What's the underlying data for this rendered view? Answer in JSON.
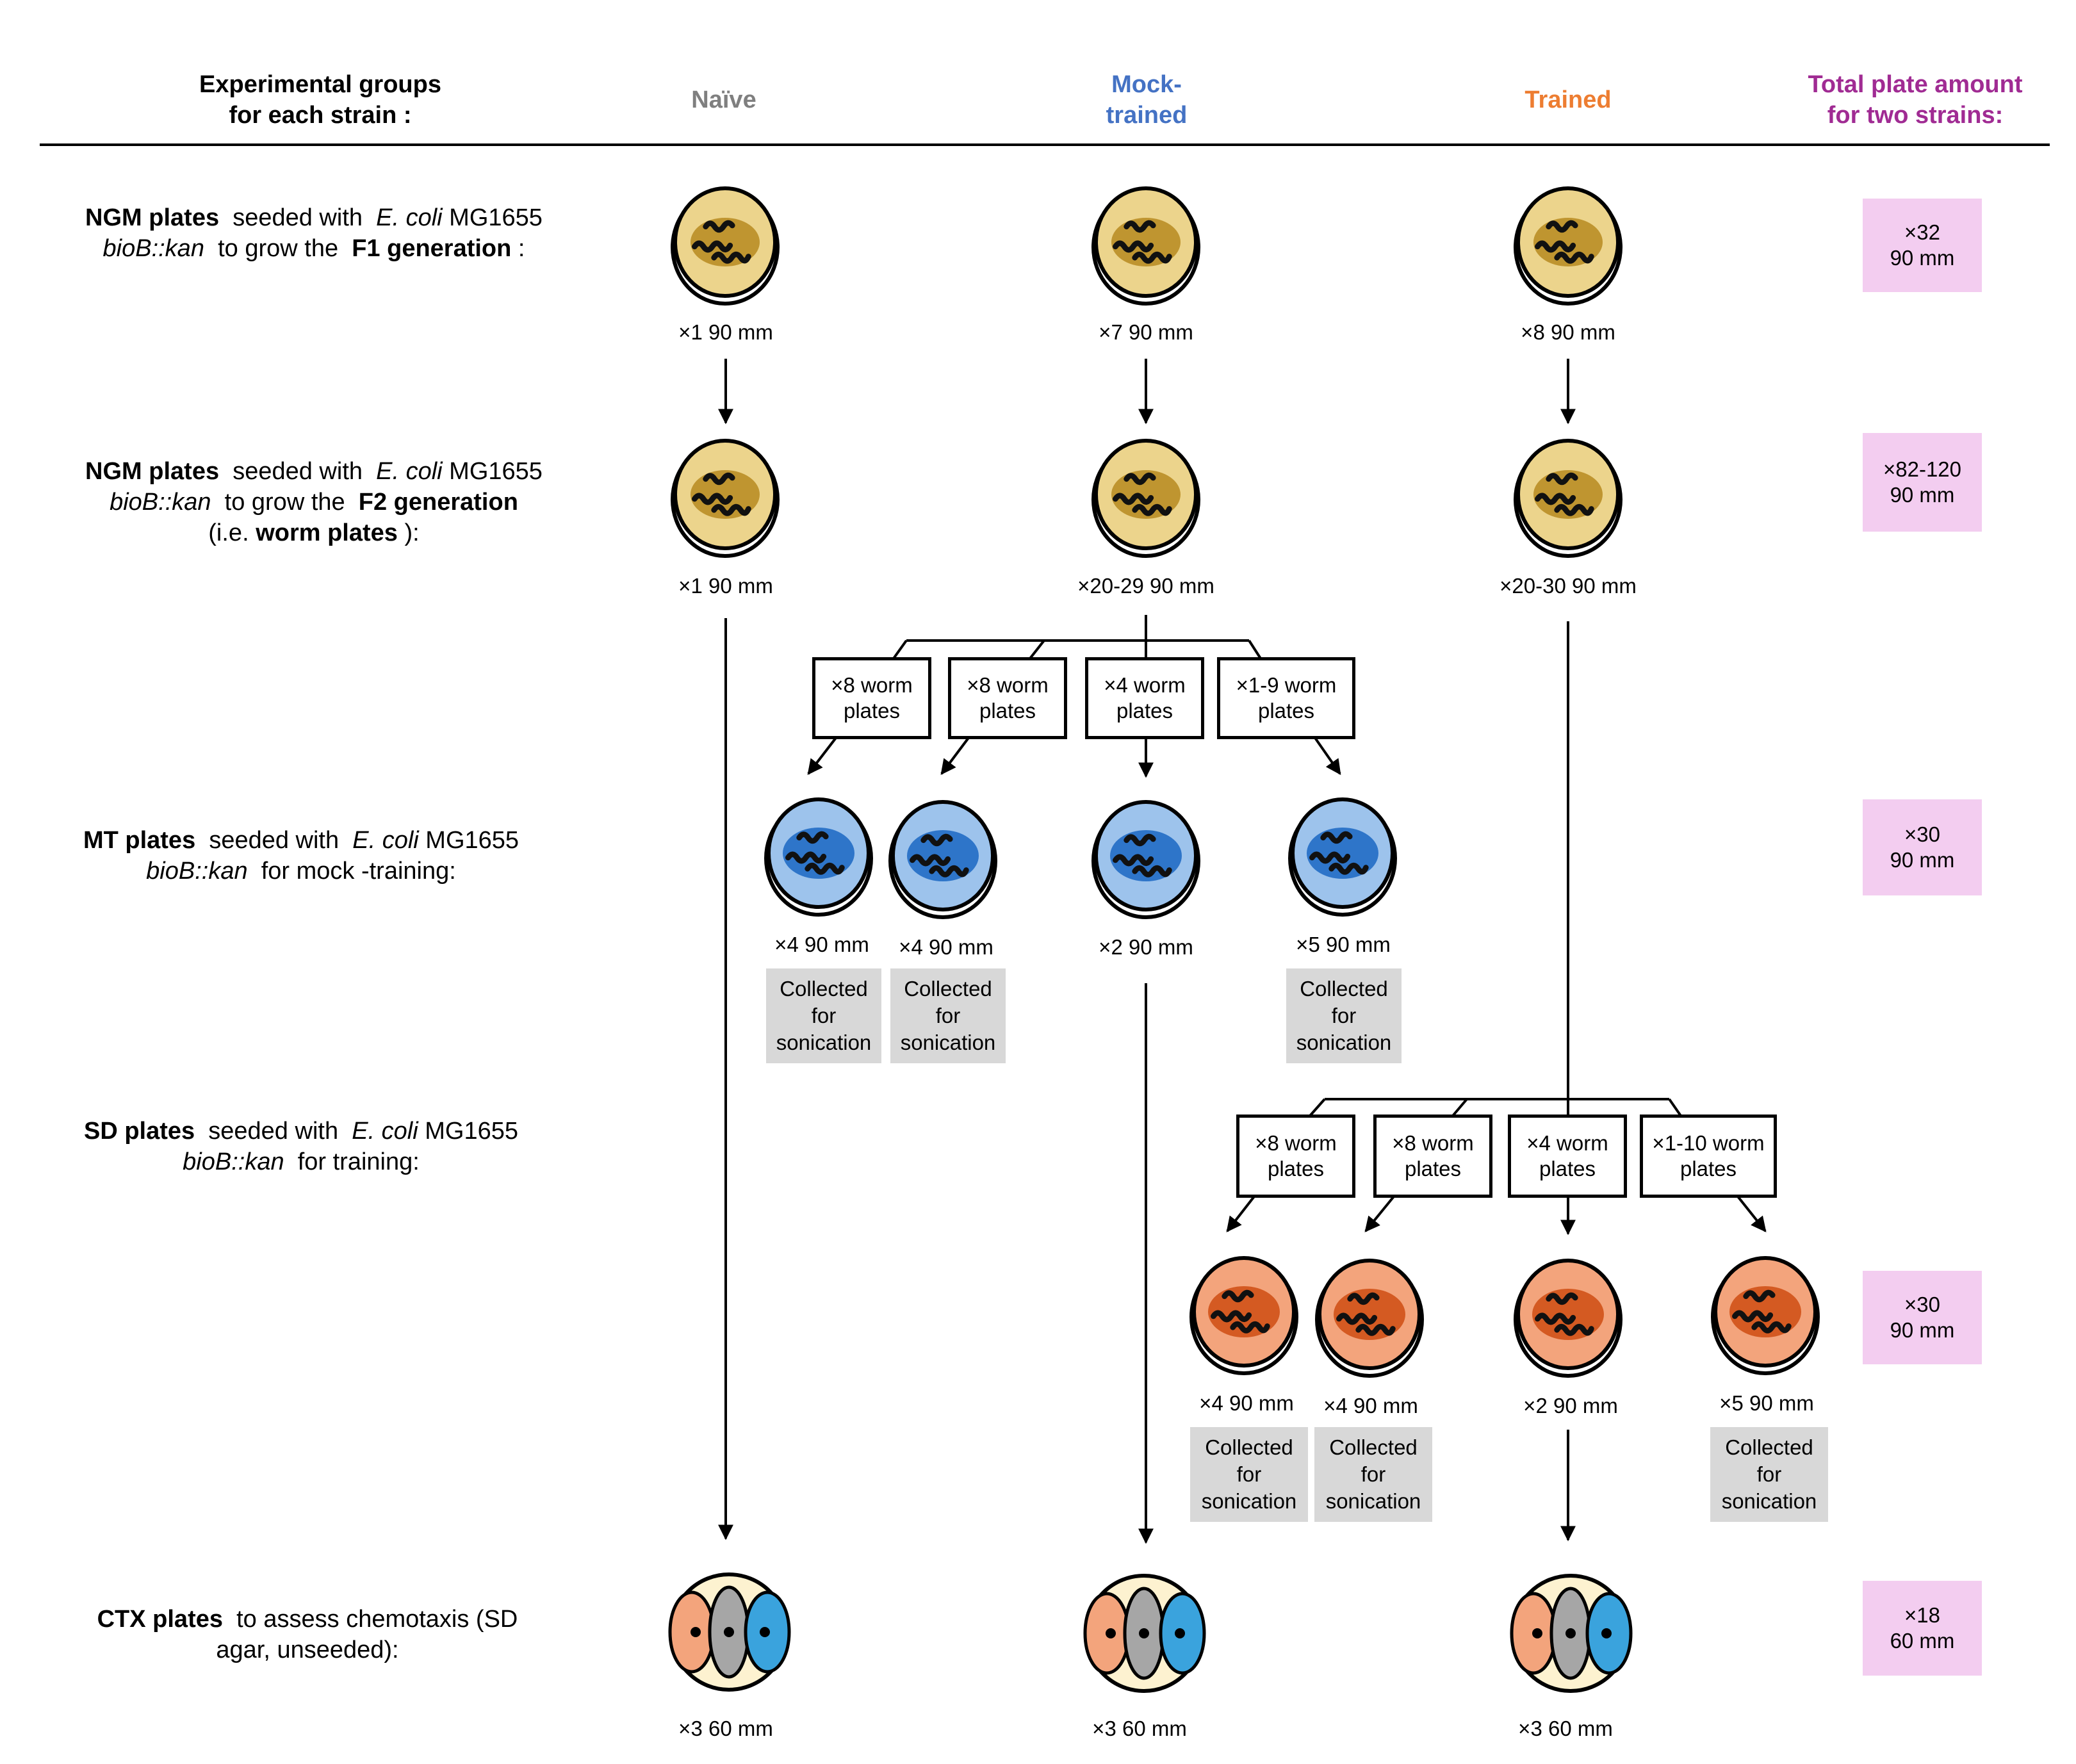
{
  "header": {
    "groups_line1": "Experimental  groups",
    "groups_line2": "for each strain :",
    "naive": "Naïve",
    "mock_line1": "Mock-",
    "mock_line2": "trained",
    "trained": "Trained",
    "total_line1": "Total plate amount",
    "total_line2": "for two strains:"
  },
  "colors": {
    "naive": "#7f7f7f",
    "mock": "#4472c4",
    "trained": "#ed7d31",
    "total": "#a02b93",
    "total_box": "#f3cdf0",
    "collected_box": "#d8d8d8",
    "ngm_outer": "#ecd48c",
    "ngm_inner": "#bf9530",
    "mt_outer": "#9dc3ec",
    "mt_inner": "#2e75c9",
    "sd_outer": "#f3a47c",
    "sd_inner": "#d45a22",
    "ctx_outer": "#fdf2d0"
  },
  "rows": {
    "f1": {
      "bold": "NGM plates",
      "t1": "  seeded with  ",
      "ital": "E. coli",
      "t2": " MG1655",
      "ital2": "bioB::kan",
      "t3": "  to grow the  ",
      "bold2": "F1 generation",
      "t4": " :"
    },
    "f2": {
      "bold": "NGM plates",
      "t1": "  seeded with  ",
      "ital": "E. coli",
      "t2": " MG1655",
      "ital2": "bioB::kan",
      "t3": "  to grow the  ",
      "bold2": "F2 generation",
      "t4": "(i.e. ",
      "bold3": "worm plates",
      "t5": " ):"
    },
    "mt": {
      "bold": "MT plates",
      "t1": "  seeded with  ",
      "ital": "E. coli",
      "t2": " MG1655",
      "ital2": "bioB::kan",
      "t3": "  for mock -training:"
    },
    "sd": {
      "bold": "SD plates",
      "t1": "  seeded with  ",
      "ital": "E. coli",
      "t2": " MG1655",
      "ital2": "bioB::kan",
      "t3": "  for training:"
    },
    "ctx": {
      "bold": "CTX plates",
      "t1": "  to assess chemotaxis (SD",
      "t2": "agar, unseeded):"
    }
  },
  "captions": {
    "f1_naive": "×1 90 mm",
    "f1_mock": "×7 90 mm",
    "f1_trained": "×8 90 mm",
    "f2_naive": "×1 90 mm",
    "f2_mock": "×20-29 90 mm",
    "f2_trained": "×20-30 90 mm",
    "mt_1": "×4 90 mm",
    "mt_2": "×4 90 mm",
    "mt_3": "×2 90 mm",
    "mt_4": "×5 90 mm",
    "sd_1": "×4 90 mm",
    "sd_2": "×4 90 mm",
    "sd_3": "×2 90 mm",
    "sd_4": "×5 90 mm",
    "ctx_naive": "×3 60 mm",
    "ctx_mock": "×3 60 mm",
    "ctx_trained": "×3 60 mm"
  },
  "split_mock": [
    {
      "line1": "×8 worm",
      "line2": "plates"
    },
    {
      "line1": "×8 worm",
      "line2": "plates"
    },
    {
      "line1": "×4 worm",
      "line2": "plates"
    },
    {
      "line1": "×1-9 worm",
      "line2": "plates"
    }
  ],
  "split_trained": [
    {
      "line1": "×8 worm",
      "line2": "plates"
    },
    {
      "line1": "×8 worm",
      "line2": "plates"
    },
    {
      "line1": "×4 worm",
      "line2": "plates"
    },
    {
      "line1": "×1-10 worm",
      "line2": "plates"
    }
  ],
  "collected": {
    "line1": "Collected",
    "line2": "for",
    "line3": "sonication"
  },
  "totals": [
    {
      "line1": "×32",
      "line2": "90 mm"
    },
    {
      "line1": "×82-120",
      "line2": "90 mm"
    },
    {
      "line1": "×30",
      "line2": "90 mm"
    },
    {
      "line1": "×30",
      "line2": "90 mm"
    },
    {
      "line1": "×18",
      "line2": "60 mm"
    }
  ]
}
